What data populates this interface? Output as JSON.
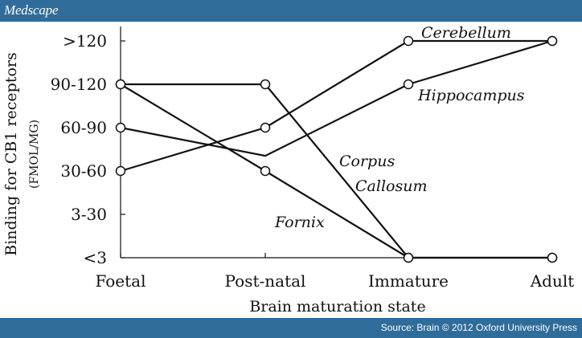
{
  "header": {
    "brand": "Medscape"
  },
  "footer": {
    "source": "Source: Brain © 2012 Oxford University Press"
  },
  "colors": {
    "bar": "#2f6c9a",
    "line": "#111111"
  },
  "chart_data": {
    "type": "line",
    "title": "",
    "xlabel": "Brain maturation state",
    "ylabel": "Binding for CB1 receptors",
    "ylabel_units": "(FMOL/MG)",
    "categories": [
      "Foetal",
      "Post-natal",
      "Immature",
      "Adult"
    ],
    "y_levels": [
      "<3",
      "3-30",
      "30-60",
      "60-90",
      "90-120",
      ">120"
    ],
    "grid": false,
    "series": [
      {
        "name": "Cerebellum",
        "values": [
          "30-60",
          "60-90",
          ">120",
          ">120"
        ],
        "markers": [
          true,
          true,
          true,
          true
        ],
        "extra": null
      },
      {
        "name": "Hippocampus",
        "values": [
          "60-90",
          null,
          "90-120",
          ">120"
        ],
        "markers": [
          true,
          false,
          true,
          true
        ],
        "extra": {
          "x": 1,
          "y": 2.35
        }
      },
      {
        "name": "Corpus Callosum",
        "values": [
          "90-120",
          "90-120",
          "<3",
          "<3"
        ],
        "markers": [
          true,
          true,
          true,
          true
        ],
        "extra": null
      },
      {
        "name": "Fornix",
        "values": [
          "90-120",
          "30-60",
          "<3",
          "<3"
        ],
        "markers": [
          true,
          true,
          true,
          true
        ],
        "extra": null
      }
    ],
    "annotations": [
      {
        "text": "Cerebellum",
        "series": "Cerebellum"
      },
      {
        "text": "Hippocampus",
        "series": "Hippocampus"
      },
      {
        "text": "Corpus",
        "series": "Corpus Callosum"
      },
      {
        "text": "Callosum",
        "series": "Corpus Callosum"
      },
      {
        "text": "Fornix",
        "series": "Fornix"
      }
    ]
  }
}
